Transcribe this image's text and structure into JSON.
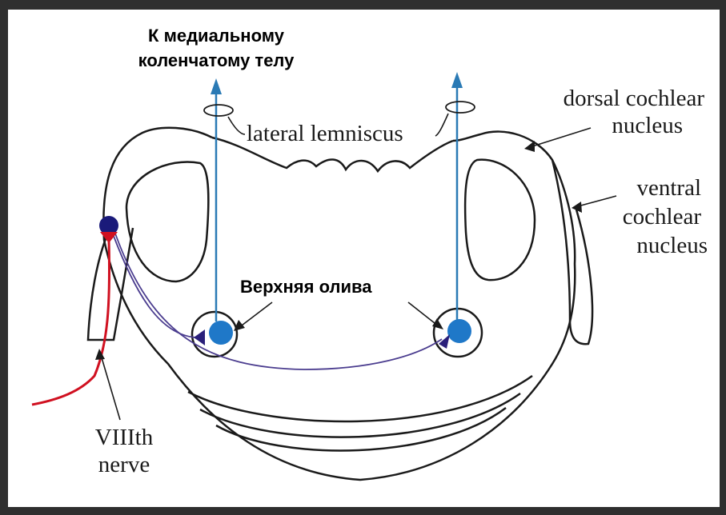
{
  "labels": {
    "title_line1": "К медиальному",
    "title_line2": "коленчатому телу",
    "lateral_lemniscus": "lateral lemniscus",
    "dorsal_line1": "dorsal cochlear",
    "dorsal_line2": "nucleus",
    "ventral_line1": "ventral",
    "ventral_line2": "cochlear",
    "ventral_line3": "nucleus",
    "superior_olive": "Верхняя олива",
    "nerve_line1": "VIIIth",
    "nerve_line2": "nerve"
  },
  "colors": {
    "background": "#2f2f2f",
    "ascending_axon": "#2a7ab5",
    "olive_cell": "#1f78c8",
    "fiber": "#4b3d8f",
    "nerve": "#d01020",
    "outline": "#1a1a1a"
  }
}
